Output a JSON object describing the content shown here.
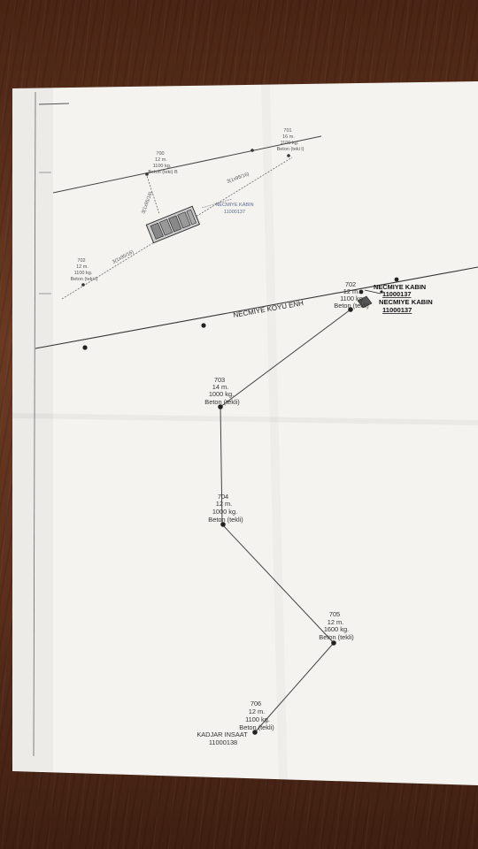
{
  "map": {
    "road_label": "NECMIYE KOYU ENH",
    "poles": [
      {
        "id": "700",
        "length": "12 m.",
        "weight": "1100 kg.",
        "type": "Beton (teki) B"
      },
      {
        "id": "701",
        "length": "16 m.",
        "weight": "1100 kg.",
        "type": "Beton (teki l)"
      },
      {
        "id": "702",
        "length": "12 m.",
        "weight": "1100 kg.",
        "type": "Beton (teki l)"
      },
      {
        "id": "702",
        "length": "12 m.",
        "weight": "1100 kg.",
        "type": "Beton (tekli)"
      },
      {
        "id": "703",
        "length": "14 m.",
        "weight": "1000 kg.",
        "type": "Beton (tekli)"
      },
      {
        "id": "704",
        "length": "12 m.",
        "weight": "1000 kg.",
        "type": "Beton (tekli)"
      },
      {
        "id": "705",
        "length": "12 m.",
        "weight": "1600 kg.",
        "type": "Beton (tekli)"
      },
      {
        "id": "706",
        "length": "12 m.",
        "weight": "1100 kg.",
        "type": "Beton (tekli)"
      }
    ],
    "cabins": [
      {
        "name": "NECMIYE KABIN",
        "code": "11000137"
      },
      {
        "name": "NECMIYE KABIN",
        "code": "11000137"
      },
      {
        "name": "NECMIYE KABIN",
        "code": "11000137"
      }
    ],
    "consumer": {
      "name": "KADJAR INSAAT",
      "code": "11000138"
    },
    "span_labels": [
      "3(1x95/16)",
      "3(1x95/16)",
      "3(1x95/16)"
    ]
  }
}
